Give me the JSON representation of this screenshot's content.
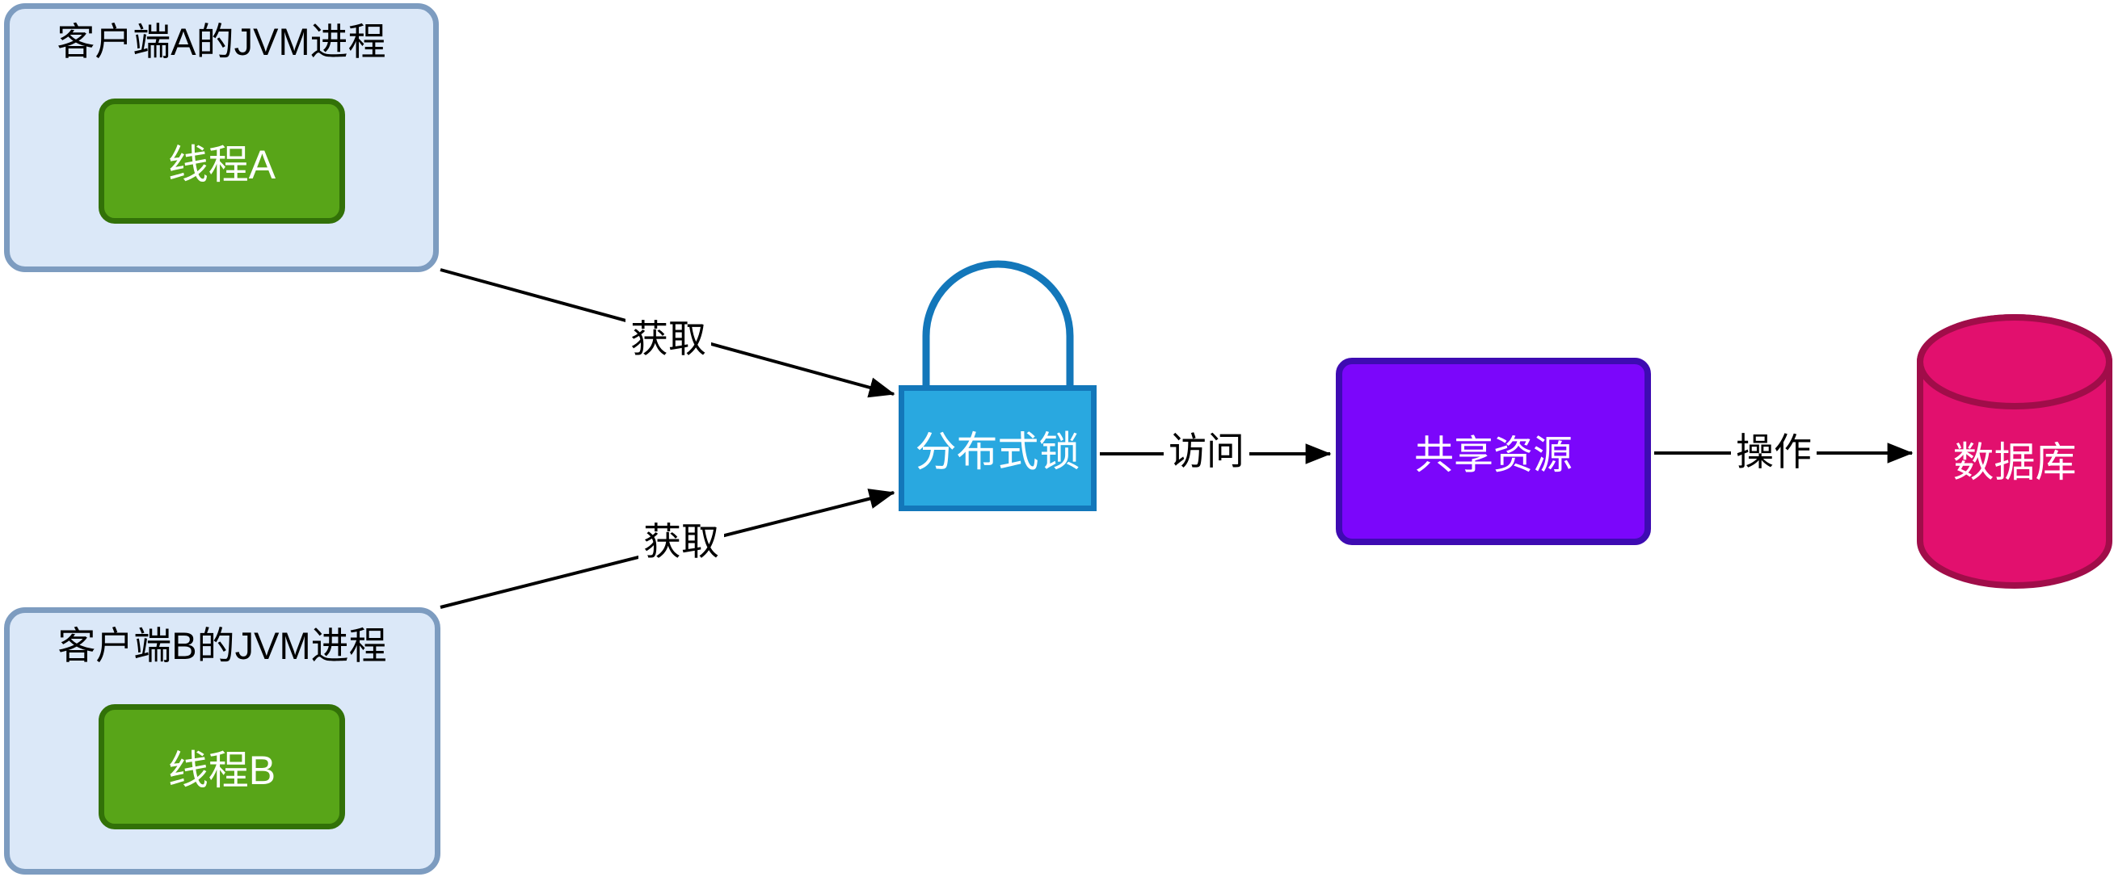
{
  "diagram": {
    "nodes": {
      "client_a": {
        "title": "客户端A的JVM进程",
        "thread_label": "线程A"
      },
      "client_b": {
        "title": "客户端B的JVM进程",
        "thread_label": "线程B"
      },
      "lock": {
        "label": "分布式锁"
      },
      "shared_resource": {
        "label": "共享资源"
      },
      "database": {
        "label": "数据库"
      }
    },
    "edges": [
      {
        "label": "获取",
        "from": "client_a",
        "to": "lock"
      },
      {
        "label": "获取",
        "from": "client_b",
        "to": "lock"
      },
      {
        "label": "访问",
        "from": "lock",
        "to": "shared_resource"
      },
      {
        "label": "操作",
        "from": "shared_resource",
        "to": "database"
      }
    ]
  },
  "colors": {
    "canvas_bg": "#ffffff",
    "client_fill": "#dbe8f8",
    "client_border": "#7d9cc0",
    "thread_fill": "#58a518",
    "thread_border": "#327108",
    "lock_fill": "#29a8e0",
    "lock_border": "#1377ba",
    "resource_fill": "#7b06fb",
    "resource_border": "#3e0bb2",
    "db_fill": "#e2106e",
    "db_border": "#a00d49",
    "edge_line": "#000000",
    "text_dark": "#000000",
    "text_light": "#ffffff"
  }
}
